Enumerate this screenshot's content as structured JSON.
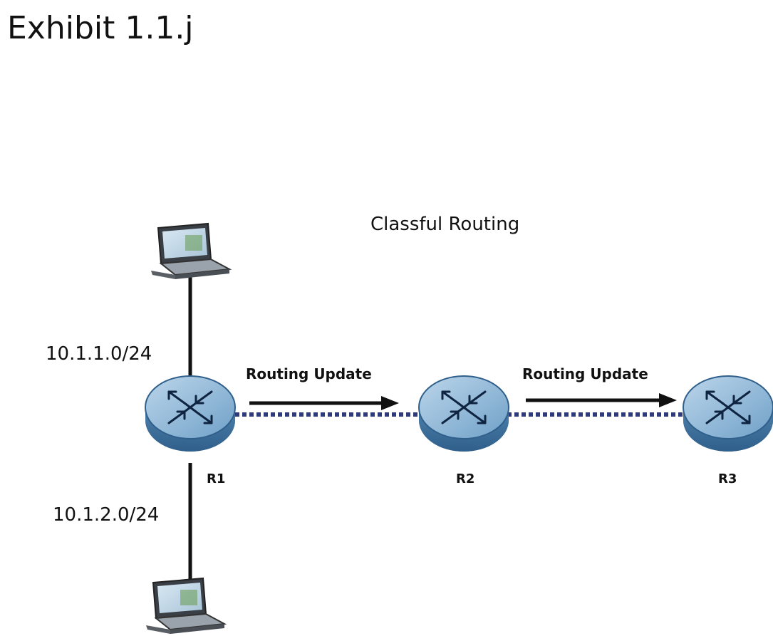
{
  "exhibit_title": "Exhibit 1.1.j",
  "diagram_title": "Classful Routing",
  "networks": {
    "top": "10.1.1.0/24",
    "bottom": "10.1.2.0/24"
  },
  "updates": {
    "r1_to_r2": "Routing Update",
    "r2_to_r3": "Routing Update"
  },
  "routers": {
    "r1": "R1",
    "r2": "R2",
    "r3": "R3"
  },
  "colors": {
    "router_top": "#8fb8d8",
    "router_side": "#4f84b0",
    "link_dotted": "#2e3a7a",
    "line": "#111111"
  },
  "icons": [
    "laptop-icon",
    "router-icon",
    "arrow-right-icon"
  ]
}
